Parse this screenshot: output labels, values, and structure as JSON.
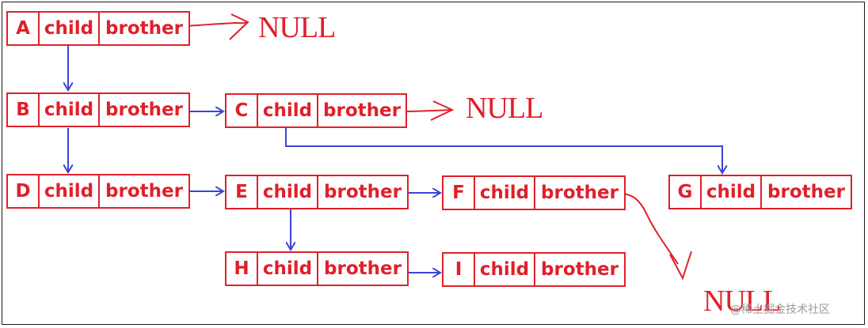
{
  "nodes": [
    {
      "id": "A",
      "child": "child",
      "brother": "brother"
    },
    {
      "id": "B",
      "child": "child",
      "brother": "brother"
    },
    {
      "id": "C",
      "child": "child",
      "brother": "brother"
    },
    {
      "id": "D",
      "child": "child",
      "brother": "brother"
    },
    {
      "id": "E",
      "child": "child",
      "brother": "brother"
    },
    {
      "id": "F",
      "child": "child",
      "brother": "brother"
    },
    {
      "id": "G",
      "child": "child",
      "brother": "brother"
    },
    {
      "id": "H",
      "child": "child",
      "brother": "brother"
    },
    {
      "id": "I",
      "child": "child",
      "brother": "brother"
    }
  ],
  "null_labels": [
    "NULL",
    "NULL",
    "NULL"
  ],
  "watermark": "@稀土掘金技术社区",
  "colors": {
    "node": "#e0202a",
    "child_arrow": "#3a45d6",
    "brother_arrow": "#e0202a"
  }
}
